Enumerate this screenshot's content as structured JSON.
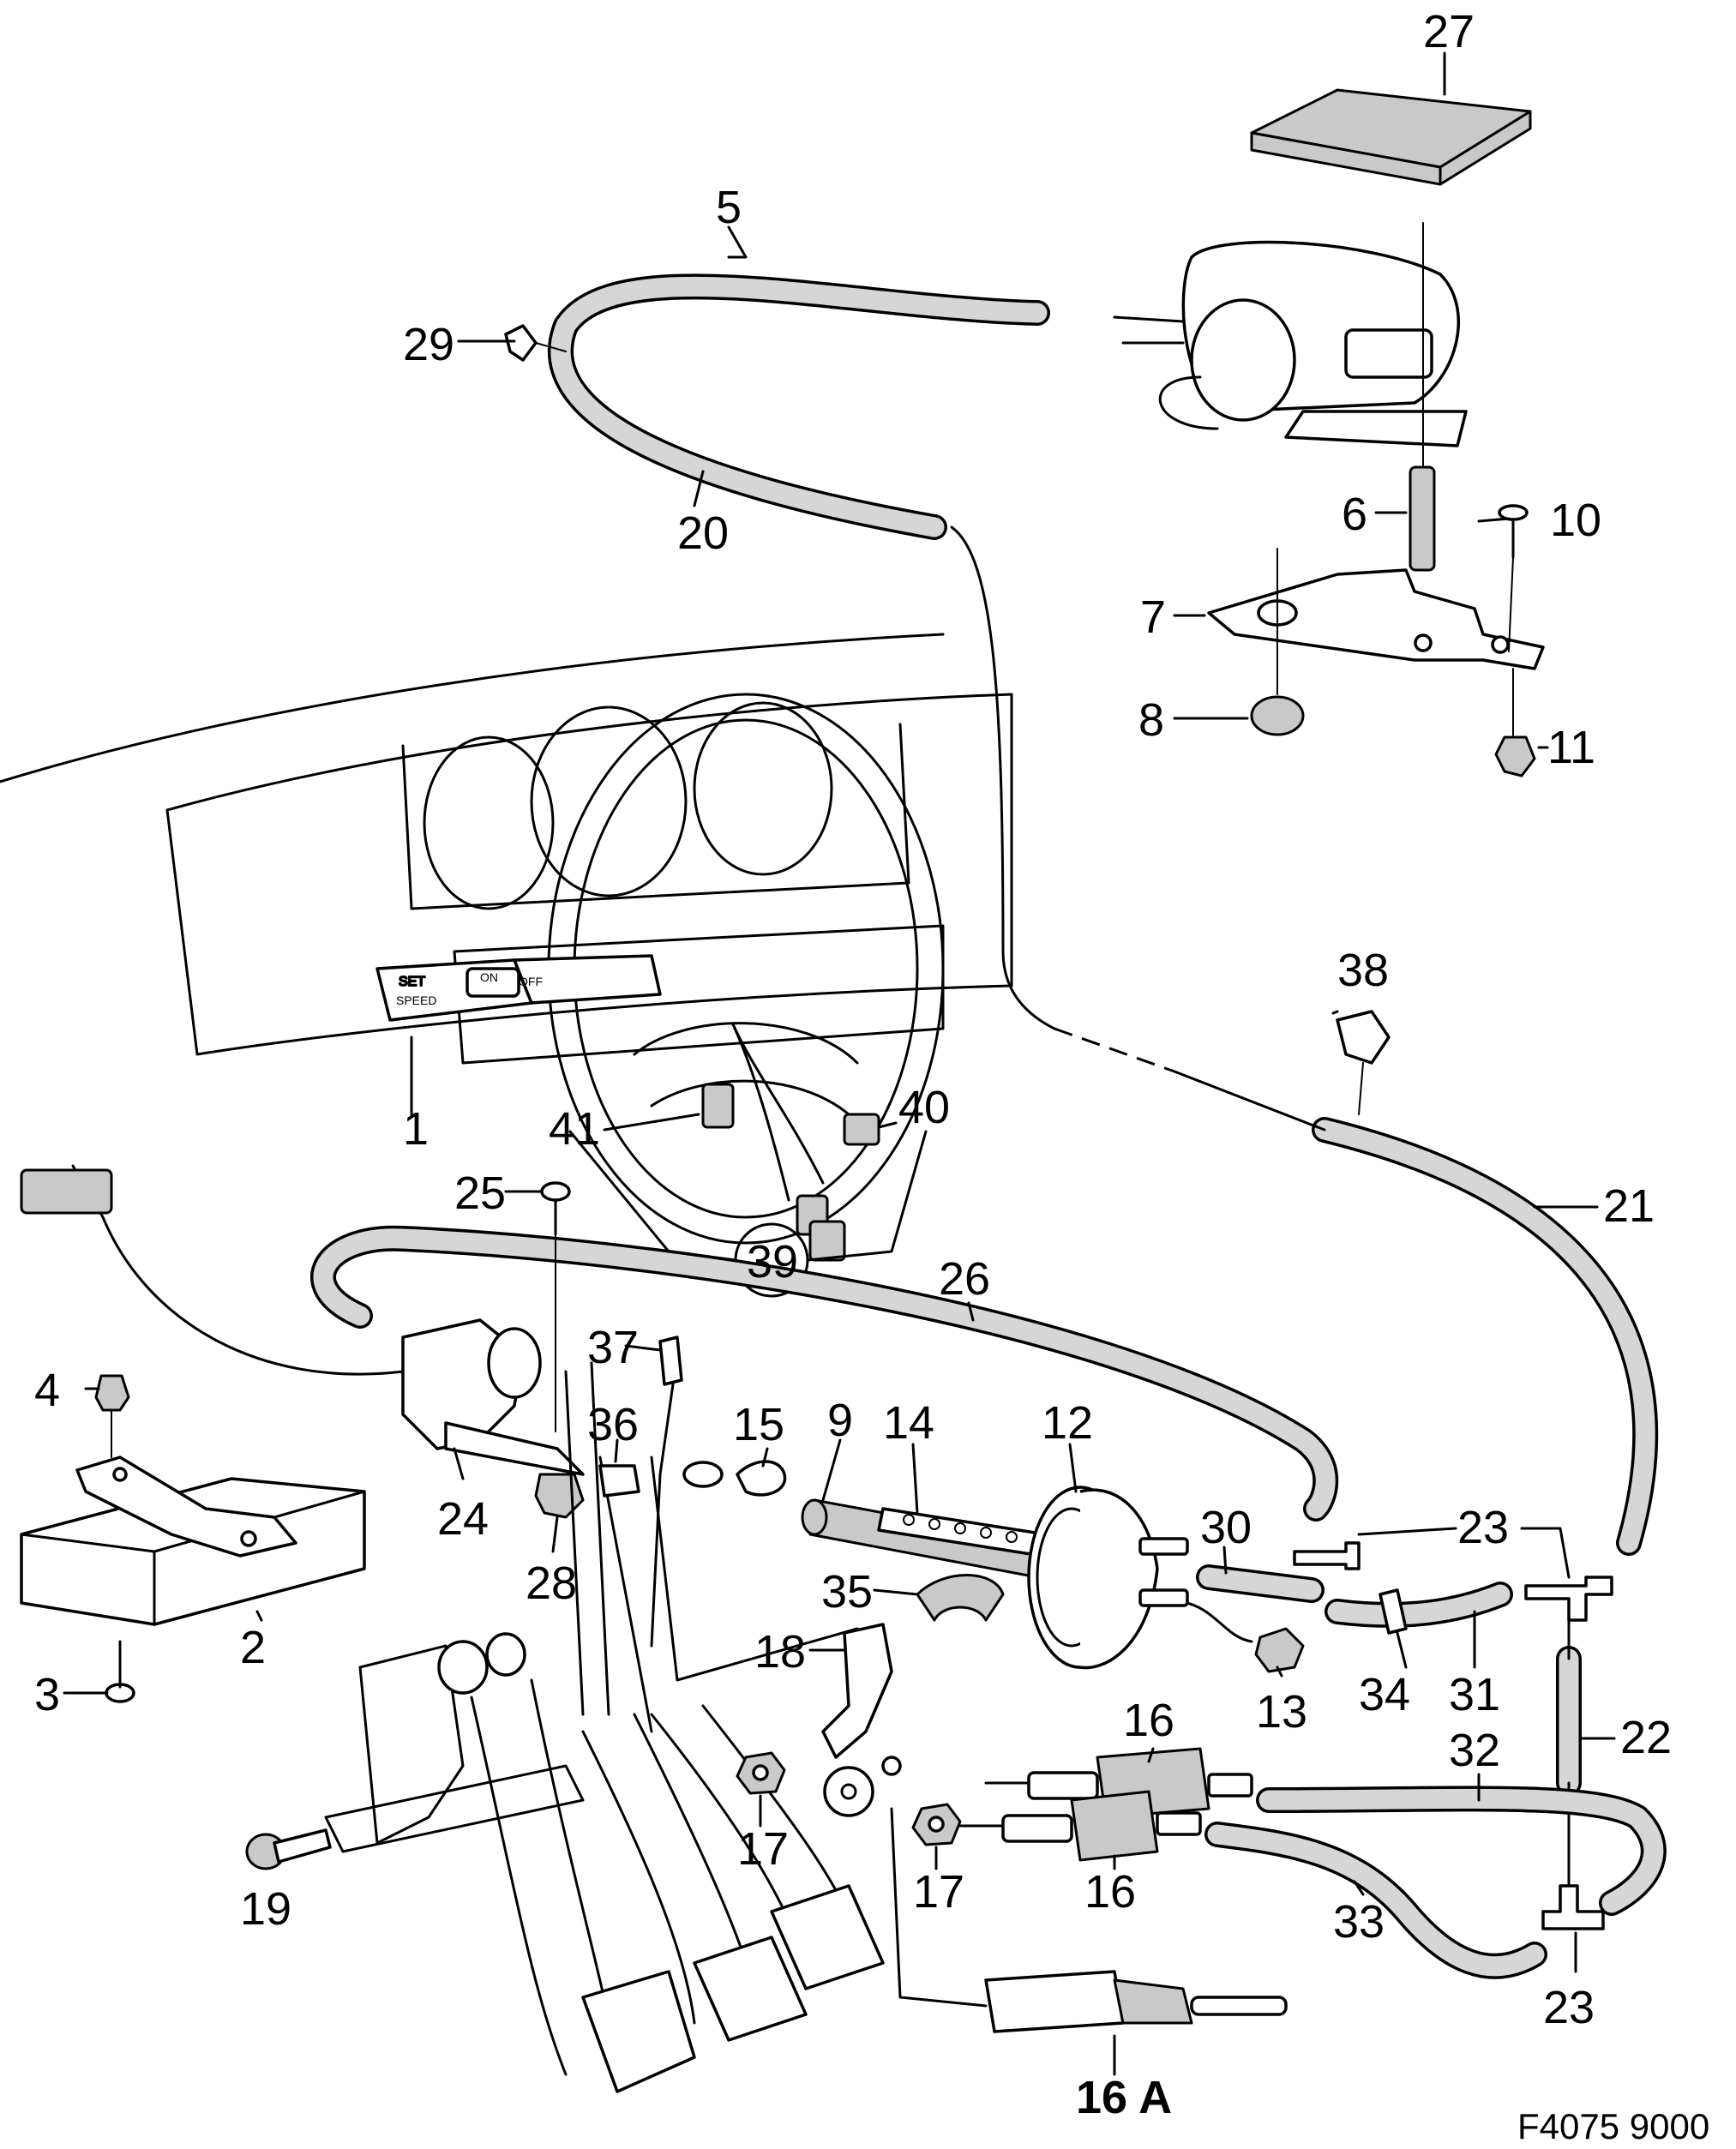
{
  "figure_number": "F4075 9000",
  "callouts": [
    {
      "id": "c27",
      "text": "27"
    },
    {
      "id": "c5",
      "text": "5"
    },
    {
      "id": "c29",
      "text": "29"
    },
    {
      "id": "c20",
      "text": "20"
    },
    {
      "id": "c6",
      "text": "6"
    },
    {
      "id": "c10",
      "text": "10"
    },
    {
      "id": "c7",
      "text": "7"
    },
    {
      "id": "c8",
      "text": "8"
    },
    {
      "id": "c11",
      "text": "11"
    },
    {
      "id": "c38",
      "text": "38"
    },
    {
      "id": "c1",
      "text": "1"
    },
    {
      "id": "c41",
      "text": "41"
    },
    {
      "id": "c40",
      "text": "40"
    },
    {
      "id": "c21",
      "text": "21"
    },
    {
      "id": "c25",
      "text": "25"
    },
    {
      "id": "c39",
      "text": "39"
    },
    {
      "id": "c26",
      "text": "26"
    },
    {
      "id": "c37",
      "text": "37"
    },
    {
      "id": "c4",
      "text": "4"
    },
    {
      "id": "c36",
      "text": "36"
    },
    {
      "id": "c15",
      "text": "15"
    },
    {
      "id": "c9",
      "text": "9"
    },
    {
      "id": "c14",
      "text": "14"
    },
    {
      "id": "c12",
      "text": "12"
    },
    {
      "id": "c24",
      "text": "24"
    },
    {
      "id": "c28",
      "text": "28"
    },
    {
      "id": "c30",
      "text": "30"
    },
    {
      "id": "c23a",
      "text": "23"
    },
    {
      "id": "c35",
      "text": "35"
    },
    {
      "id": "c3",
      "text": "3"
    },
    {
      "id": "c2",
      "text": "2"
    },
    {
      "id": "c18",
      "text": "18"
    },
    {
      "id": "c13",
      "text": "13"
    },
    {
      "id": "c34",
      "text": "34"
    },
    {
      "id": "c31",
      "text": "31"
    },
    {
      "id": "c16a",
      "text": "16"
    },
    {
      "id": "c22",
      "text": "22"
    },
    {
      "id": "c32",
      "text": "32"
    },
    {
      "id": "c17a",
      "text": "17"
    },
    {
      "id": "c17b",
      "text": "17"
    },
    {
      "id": "c19",
      "text": "19"
    },
    {
      "id": "c16b",
      "text": "16"
    },
    {
      "id": "c33",
      "text": "33"
    },
    {
      "id": "c23b",
      "text": "23"
    },
    {
      "id": "c16A",
      "text": "16 A"
    }
  ],
  "switch_stalk_markings": {
    "set": "SET",
    "speed": "SPEED",
    "on": "ON",
    "off": "OFF"
  }
}
